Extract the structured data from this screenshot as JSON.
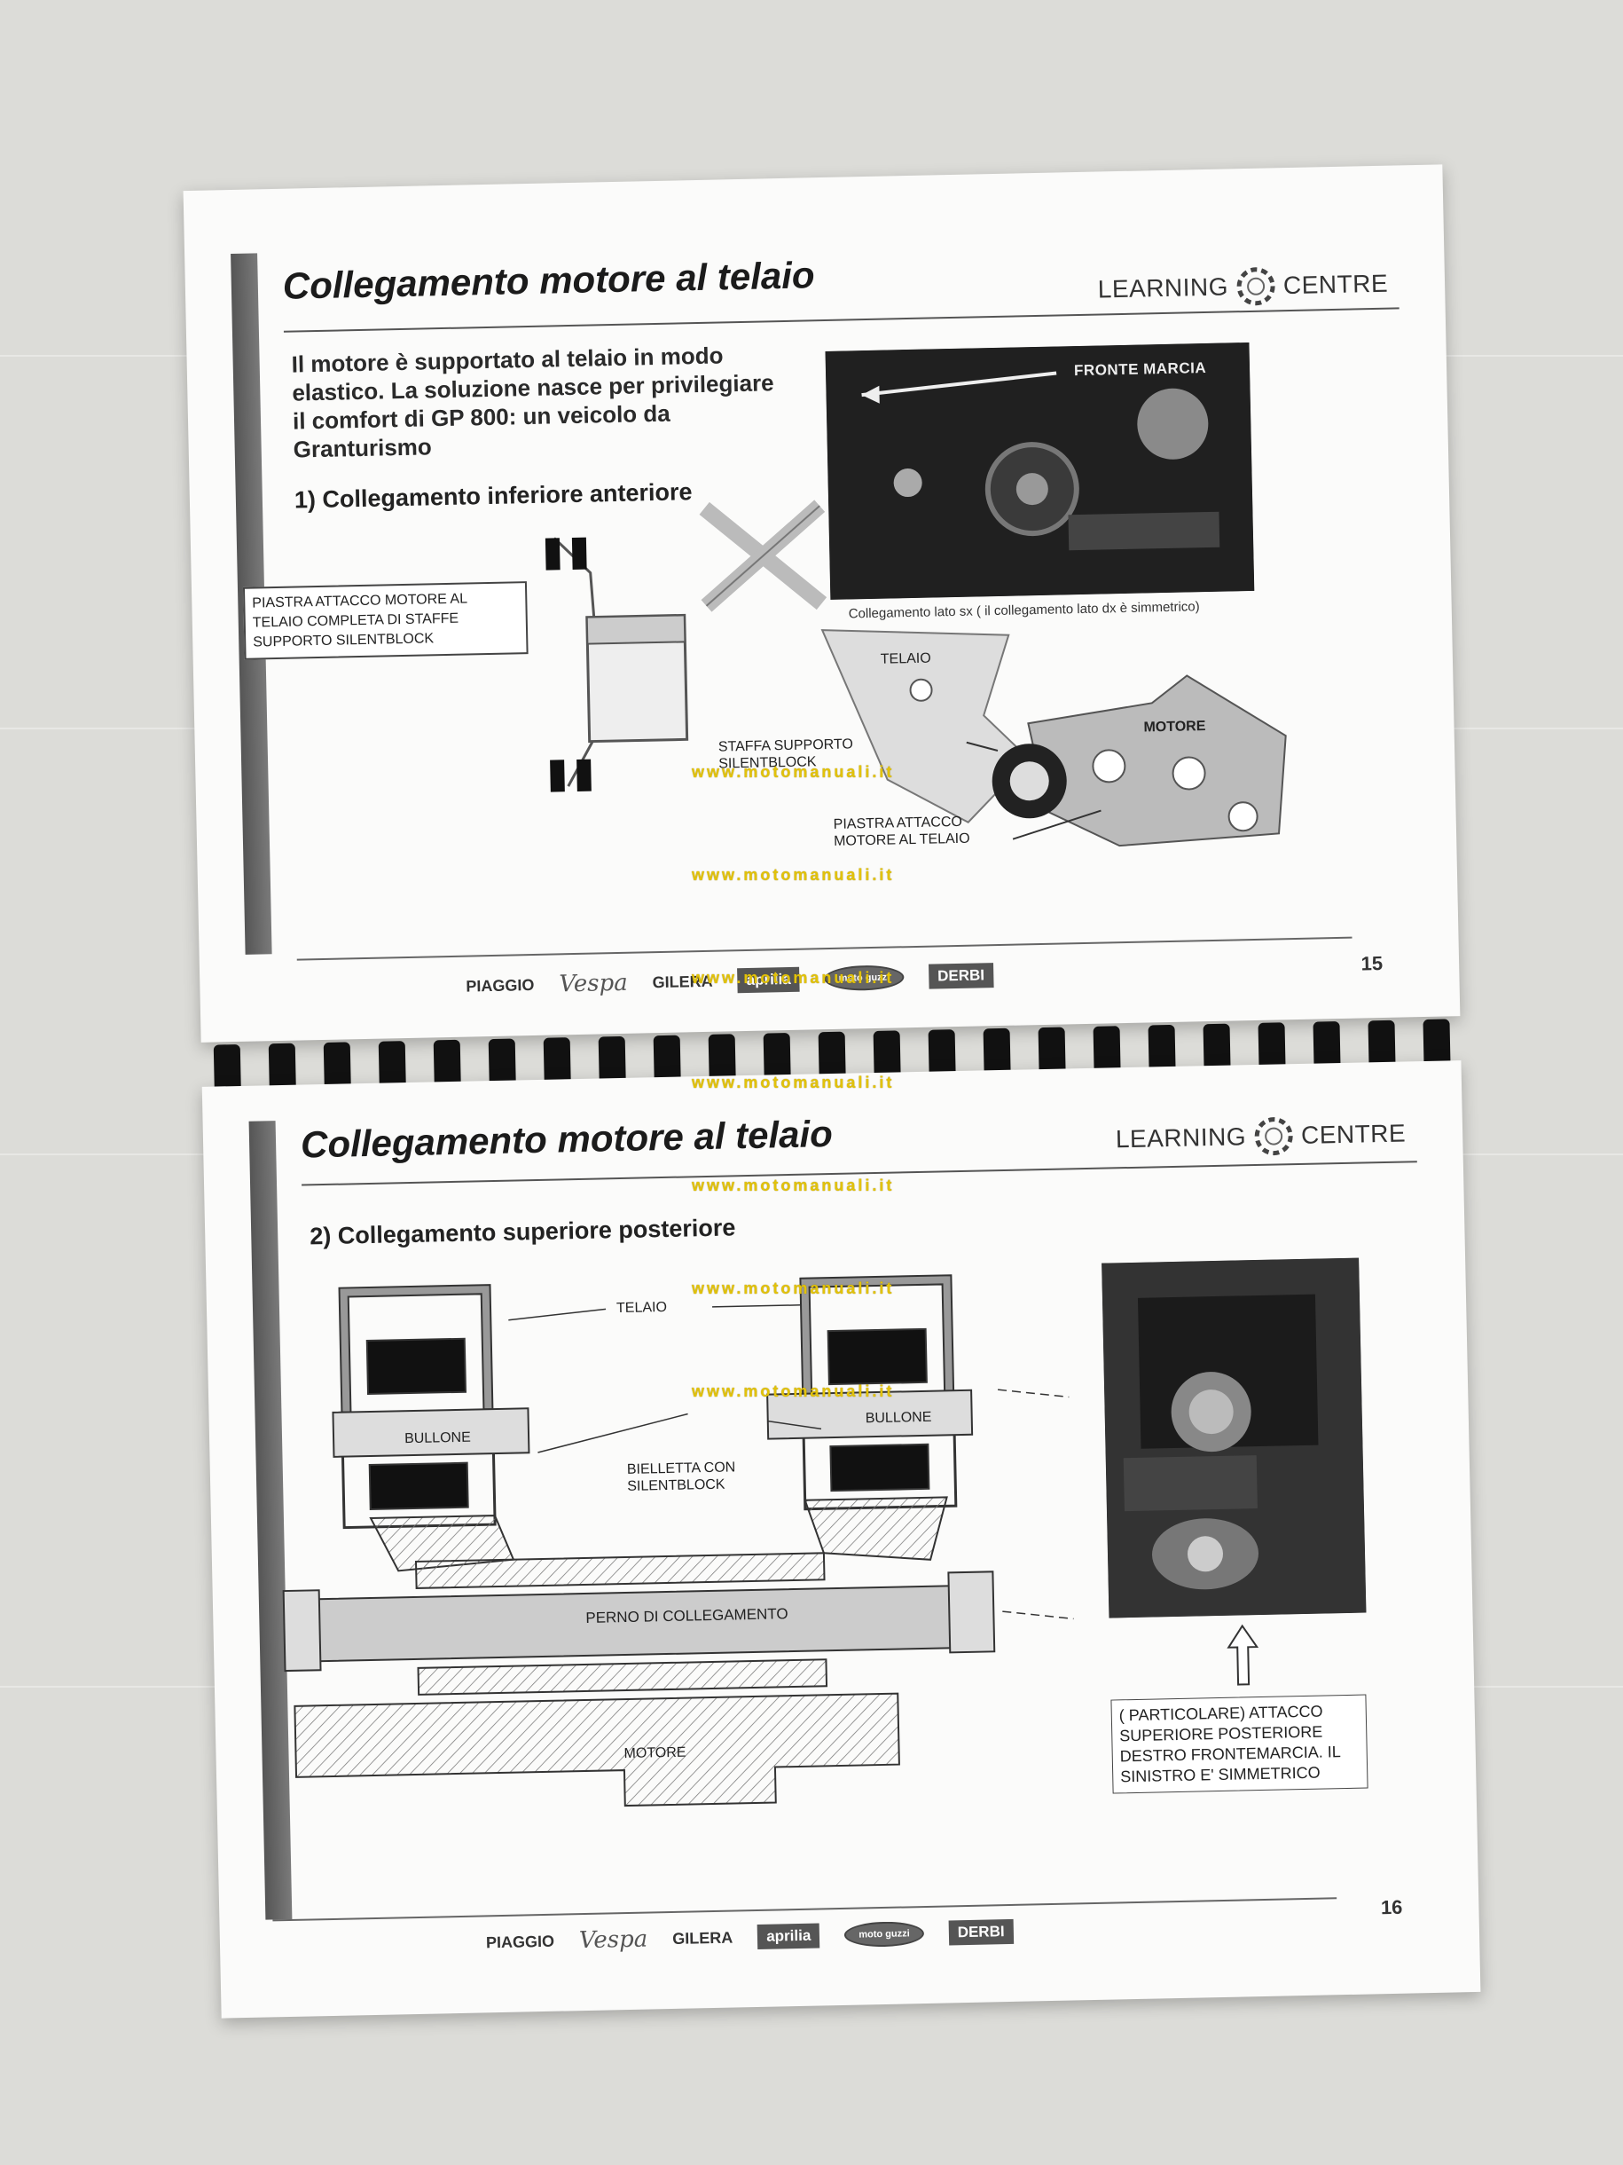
{
  "page1": {
    "title": "Collegamento motore al telaio",
    "logo_left": "LEARNING",
    "logo_right": "CENTRE",
    "intro": "Il motore è supportato al telaio in modo elastico. La soluzione nasce per privilegiare il comfort di GP 800: un veicolo da Granturismo",
    "section": "1) Collegamento inferiore anteriore",
    "photo_label": "FRONTE MARCIA",
    "photo_caption": "Collegamento lato sx ( il collegamento lato dx è simmetrico)",
    "box_label": "PIASTRA ATTACCO MOTORE AL TELAIO COMPLETA DI STAFFE SUPPORTO SILENTBLOCK",
    "label_telaio": "TELAIO",
    "label_staffa": "STAFFA SUPPORTO SILENTBLOCK",
    "label_motore": "MOTORE",
    "label_piastra": "PIASTRA ATTACCO MOTORE AL TELAIO",
    "page_number": "15"
  },
  "page2": {
    "title": "Collegamento motore al telaio",
    "logo_left": "LEARNING",
    "logo_right": "CENTRE",
    "section": "2) Collegamento superiore posteriore",
    "label_telaio": "TELAIO",
    "label_bullone_left": "BULLONE",
    "label_bullone_right": "BULLONE",
    "label_bielletta": "BIELLETTA CON SILENTBLOCK",
    "label_perno": "PERNO DI COLLEGAMENTO",
    "label_motore": "MOTORE",
    "detail_box": "( PARTICOLARE) ATTACCO SUPERIORE POSTERIORE DESTRO FRONTEMARCIA. IL SINISTRO E' SIMMETRICO",
    "page_number": "16"
  },
  "brands": {
    "piaggio": "PIAGGIO",
    "vespa": "Vespa",
    "gilera": "GILERA",
    "aprilia": "aprilia",
    "guzzi": "moto guzzi",
    "derbi": "DERBI"
  },
  "watermark": "www.motomanuali.it",
  "colors": {
    "watermark": "#e2c20a",
    "sidebar": "#555555",
    "paper": "#fbfbfa"
  }
}
